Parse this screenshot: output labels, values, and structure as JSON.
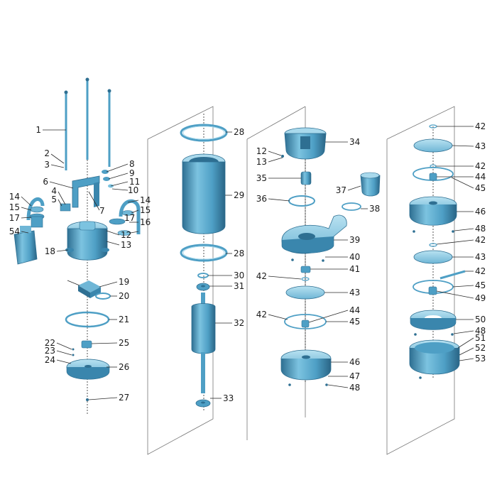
{
  "colors": {
    "part_fill": "#5aa8cc",
    "part_dark": "#2e6f92",
    "part_light": "#a9d9ec",
    "line": "#2a2a2a",
    "background": "#ffffff"
  },
  "labels": {
    "l1": "1",
    "l2": "2",
    "l3": "3",
    "l4": "4",
    "l5": "5",
    "l6": "6",
    "l7": "7",
    "l8": "8",
    "l9": "9",
    "l10": "10",
    "l11": "11",
    "l12a": "12",
    "l13a": "13",
    "l14a": "14",
    "l14b": "14",
    "l15a": "15",
    "l15b": "15",
    "l16": "16",
    "l17a": "17",
    "l17b": "17",
    "l54": "54",
    "l18": "18",
    "l19": "19",
    "l20": "20",
    "l21": "21",
    "l22": "22",
    "l23": "23",
    "l24": "24",
    "l25": "25",
    "l26": "26",
    "l27": "27",
    "l28a": "28",
    "l29": "29",
    "l28b": "28",
    "l30": "30",
    "l31": "31",
    "l32": "32",
    "l33": "33",
    "l12b": "12",
    "l13b": "13",
    "l34": "34",
    "l35": "35",
    "l36": "36",
    "l37": "37",
    "l38": "38",
    "l39": "39",
    "l40": "40",
    "l41": "41",
    "l42a": "42",
    "l43a": "43",
    "l42b": "42",
    "l44a": "44",
    "l45a": "45",
    "l46a": "46",
    "l47": "47",
    "l48a": "48",
    "l42c": "42",
    "l43b": "43",
    "l42d": "42",
    "l44b": "44",
    "l45b": "45",
    "l46b": "46",
    "l48b": "48",
    "l42e": "42",
    "l43c": "43",
    "l42f": "42",
    "l45c": "45",
    "l49": "49",
    "l50": "50",
    "l48c": "48",
    "l51": "51",
    "l52": "52",
    "l53": "53"
  }
}
